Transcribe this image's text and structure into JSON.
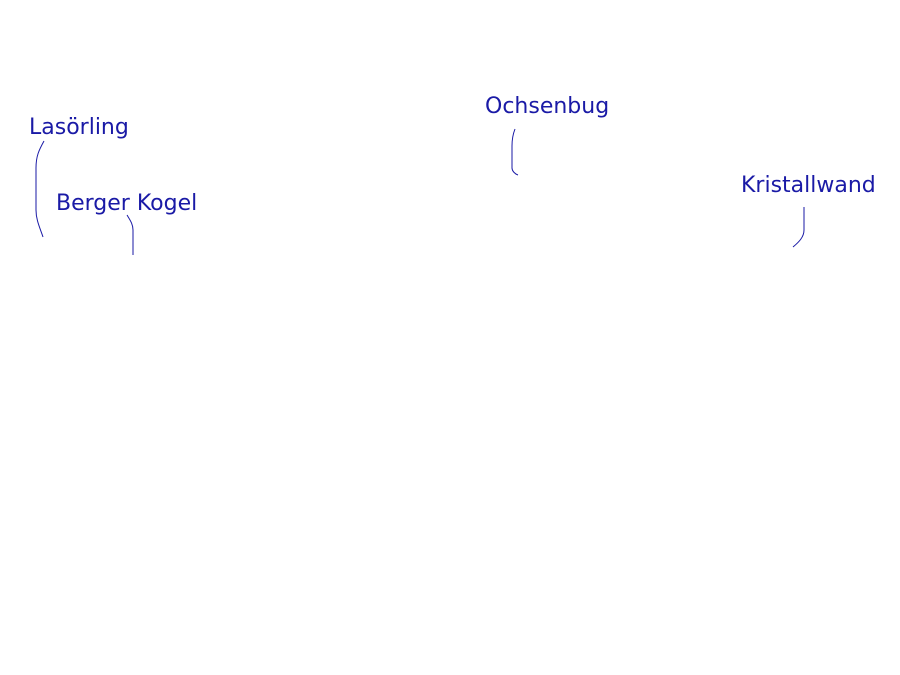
{
  "colors": {
    "label": "#1a1aa6",
    "leader_line": "#1a1aa6",
    "background": "#ffffff"
  },
  "labels": {
    "lasoerling": "Lasörling",
    "berger_kogel": "Berger Kogel",
    "ochsenbug": "Ochsenbug",
    "kristallwand": "Kristallwand"
  }
}
